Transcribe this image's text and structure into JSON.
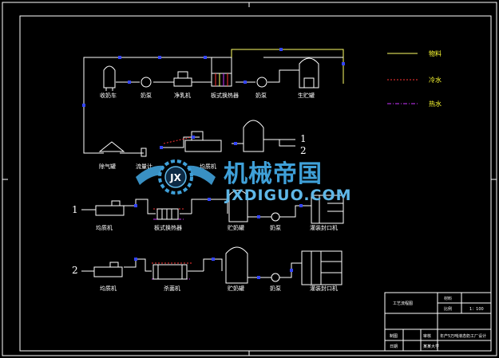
{
  "legend": {
    "items": [
      {
        "label": "物料",
        "color": "#ffff66"
      },
      {
        "label": "冷水",
        "color": "#ff3333"
      },
      {
        "label": "热水",
        "color": "#cc33ff"
      }
    ]
  },
  "line1": {
    "labels": [
      "收奶车",
      "奶泵",
      "净乳机",
      "板式换热器",
      "奶泵",
      "生贮罐"
    ]
  },
  "line2": {
    "labels": [
      "除气罐",
      "流量计",
      "均质机"
    ],
    "outputs": [
      "1",
      "2"
    ]
  },
  "line3": {
    "marker": "1",
    "labels": [
      "均质机",
      "板式换热器",
      "贮奶罐",
      "奶泵",
      "灌装封口机"
    ]
  },
  "line4": {
    "marker": "2",
    "labels": [
      "均质机",
      "杀菌机",
      "贮奶罐",
      "奶泵",
      "灌装封口机"
    ]
  },
  "logo": {
    "cn": "机械帝国",
    "en": "JXDIGUO.COM",
    "badge": "JX"
  },
  "title_block": {
    "name": "工艺流程图",
    "material_label": "材料",
    "scale_label": "比例",
    "scale": "1：100",
    "drawn_label": "制图",
    "checked_label": "审核",
    "date_label": "日期",
    "project": "年产5万吨液态奶工厂设计",
    "school": "某某大学"
  }
}
